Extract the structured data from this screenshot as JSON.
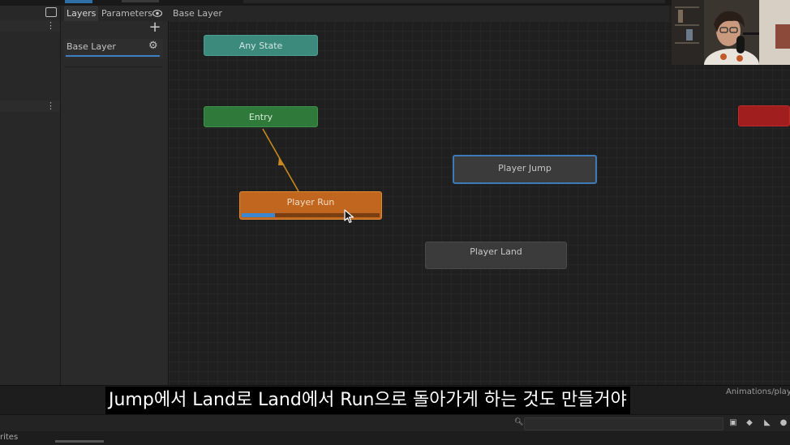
{
  "tabs": {
    "layers": "Layers",
    "parameters": "Parameters",
    "breadcrumb": "Base Layer"
  },
  "layers_panel": {
    "items": [
      {
        "name": "Base Layer",
        "active": true
      }
    ]
  },
  "graph": {
    "nodes": {
      "any_state": "Any State",
      "entry": "Entry",
      "player_run": "Player Run",
      "player_jump": "Player Jump",
      "player_land": "Player Land"
    },
    "player_run_progress": 0.24
  },
  "status": {
    "asset_path": "Animations/player_"
  },
  "project_panel": {
    "label": "rites"
  },
  "subtitle": "Jump에서 Land로 Land에서 Run으로 돌아가게 하는 것도 만들거야",
  "colors": {
    "any_state": "#3c8a7c",
    "entry": "#2f7a3a",
    "default_state": "#c0661e",
    "selected_outline": "#3d7ab8",
    "exit": "#a01e1e",
    "progress": "#3d86d0"
  },
  "icons": {
    "add": "plus-icon",
    "gear": "gear-icon",
    "eye": "eye-icon",
    "search": "search-icon",
    "cursor": "mouse-pointer-icon"
  }
}
